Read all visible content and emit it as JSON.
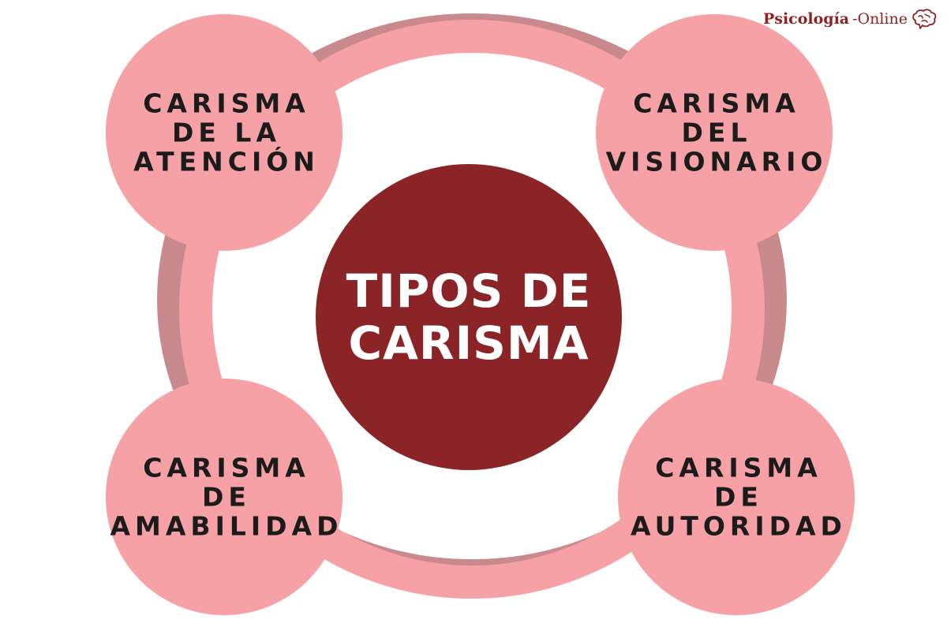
{
  "brand": {
    "name_bold": "Psicología",
    "name_rest": "-Online",
    "icon": "brain-icon"
  },
  "center": {
    "line1": "TIPOS DE",
    "line2": "CARISMA"
  },
  "nodes": {
    "top_left": {
      "lines": [
        "CARISMA",
        "DE LA",
        "ATENCIÓN"
      ]
    },
    "top_right": {
      "lines": [
        "CARISMA",
        "DEL",
        "VISIONARIO"
      ]
    },
    "bottom_left": {
      "lines": [
        "CARISMA",
        "DE",
        "AMABILIDAD"
      ]
    },
    "bottom_right": {
      "lines": [
        "CARISMA",
        "DE",
        "AUTORIDAD"
      ]
    }
  },
  "colors": {
    "center_fill": "#8b2427",
    "node_fill": "#f6a1a5",
    "ring_fill": "#f6a1a5",
    "ring_shadow": "#c98a8d",
    "brand_color": "#8b2226",
    "node_text": "#1b1b1b",
    "center_text": "#ffffff"
  }
}
